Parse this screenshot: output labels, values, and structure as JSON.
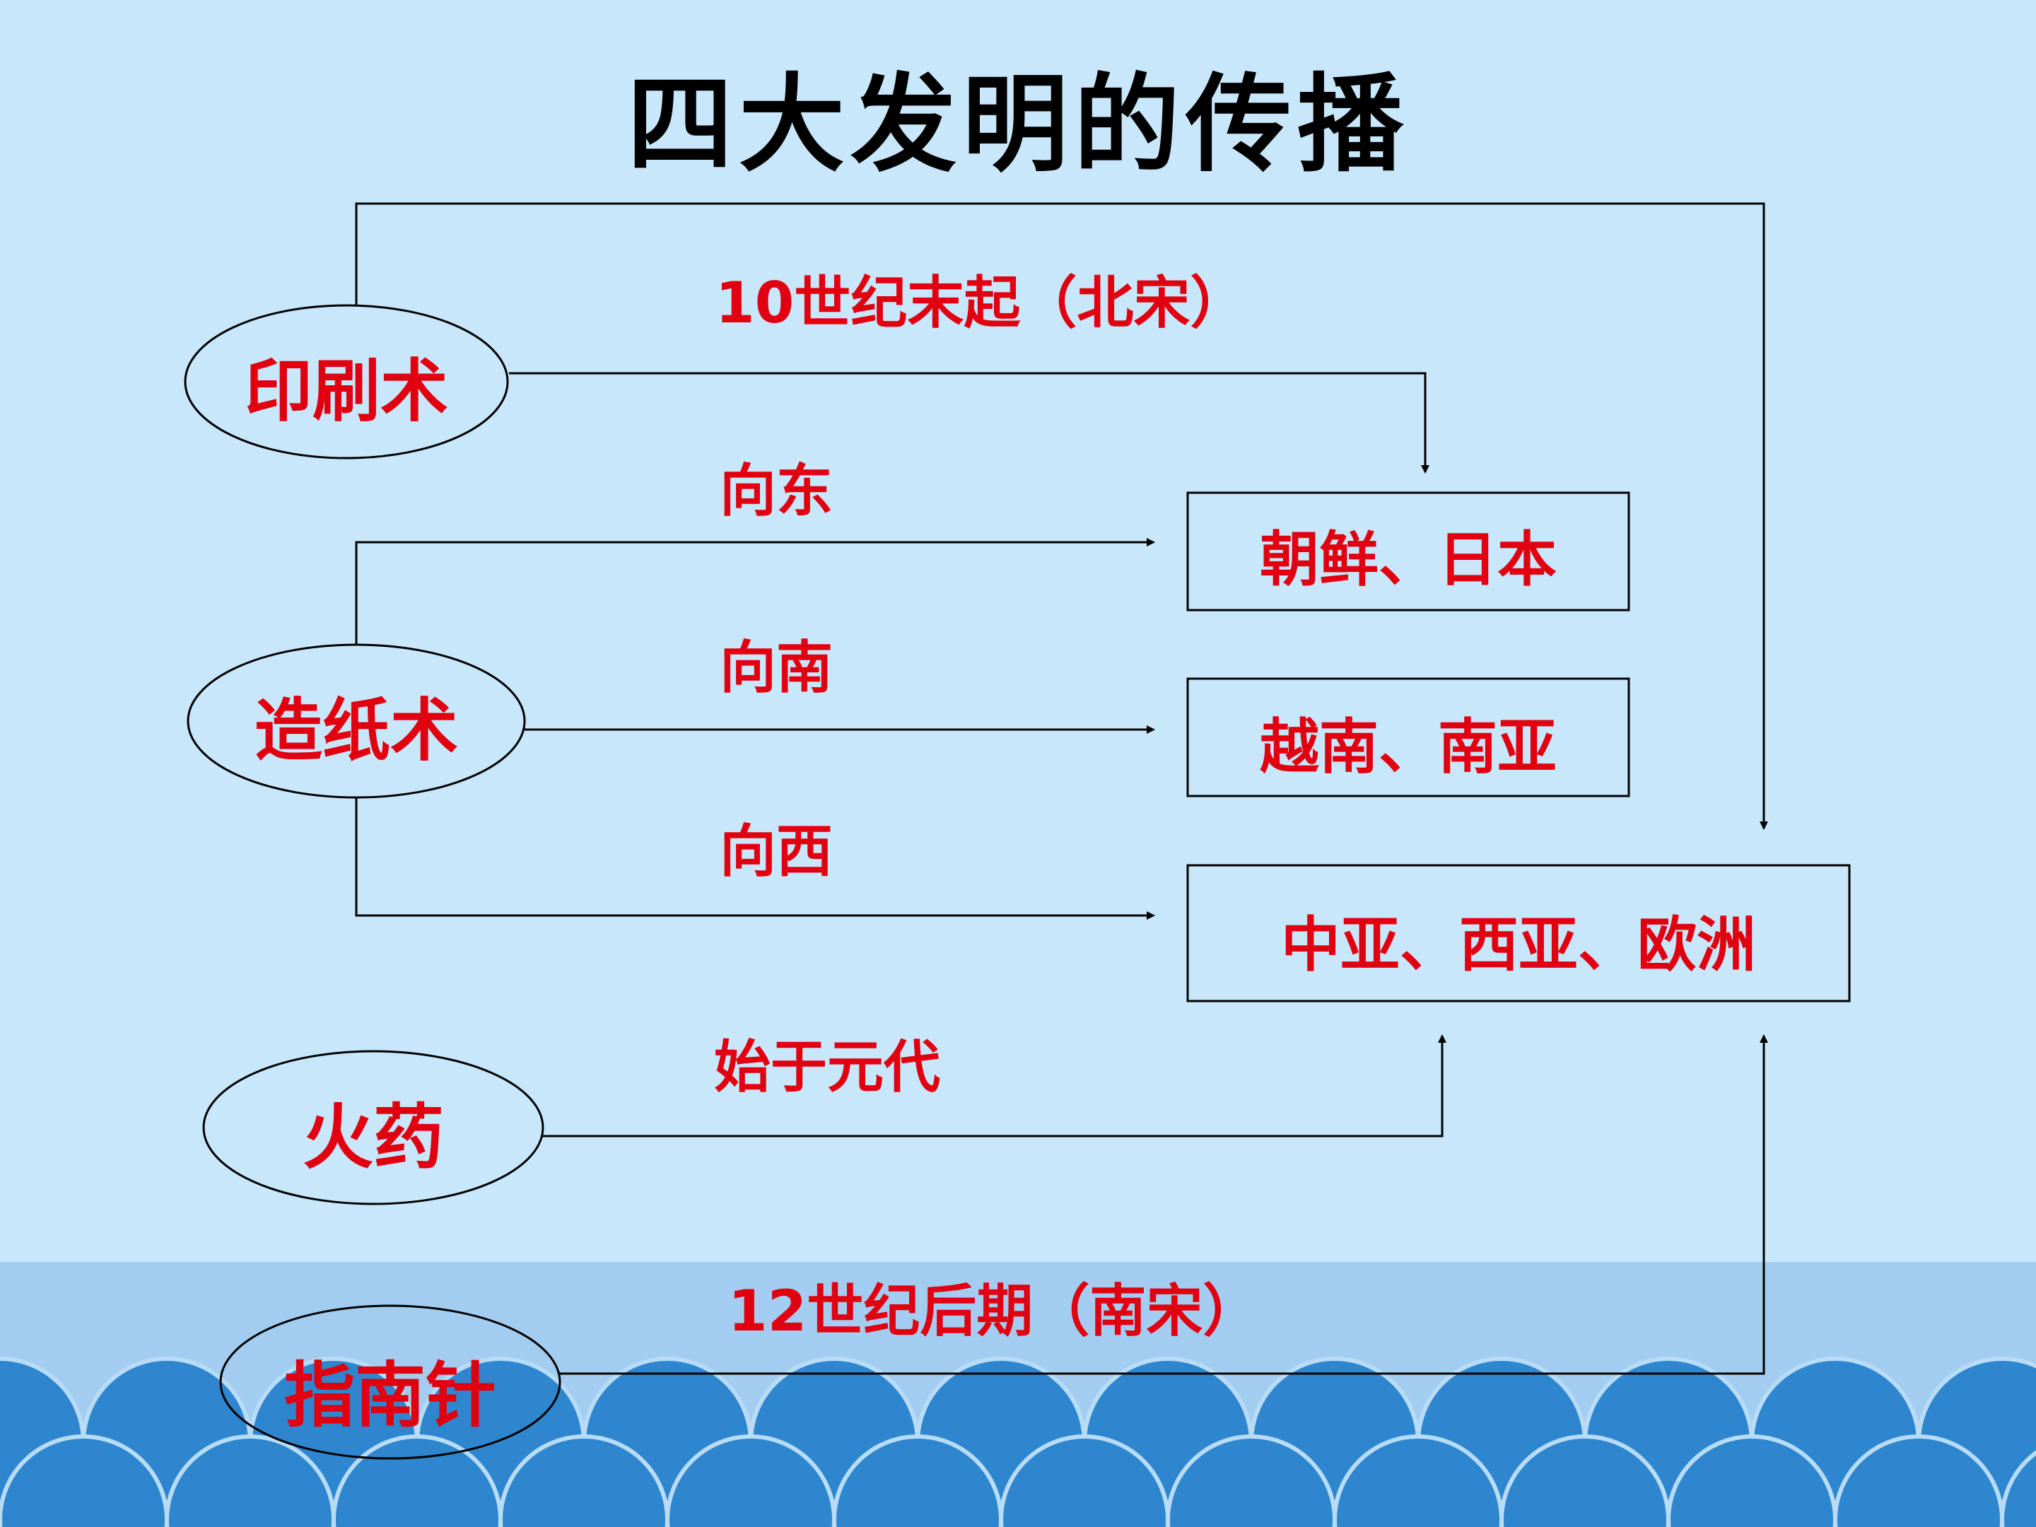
{
  "title": "四大发明的传播",
  "inventions": {
    "printing": "印刷术",
    "papermaking": "造纸术",
    "gunpowder": "火药",
    "compass": "指南针"
  },
  "destinations": {
    "korea_japan": "朝鲜、日本",
    "vietnam_southasia": "越南、南亚",
    "central_west_asia_europe": "中亚、西亚、欧洲"
  },
  "arrow_labels": {
    "printing_period": "10世纪末起（北宋）",
    "east": "向东",
    "south": "向南",
    "west": "向西",
    "gunpowder_period": "始于元代",
    "compass_period": "12世纪后期（南宋）"
  },
  "colors": {
    "background": "#c8e7fa",
    "band": "#a3cdf0",
    "wave": "#2e86cf",
    "wave_outline": "#b8dcf6",
    "label_red": "#e10010"
  }
}
